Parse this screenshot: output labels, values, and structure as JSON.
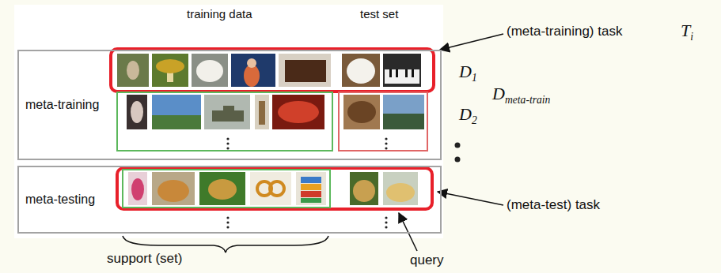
{
  "diagram": {
    "nodes": [
      {
        "text": [
          "meta-training"
        ]
      },
      {
        "text": [
          "meta-testing"
        ]
      }
    ],
    "labels": [
      "training data",
      "test set",
      "(meta-training) task",
      "Ti",
      "D1",
      "D2",
      "Dmeta-train",
      "(meta-test) task",
      "support (set)",
      "query"
    ]
  }
}
